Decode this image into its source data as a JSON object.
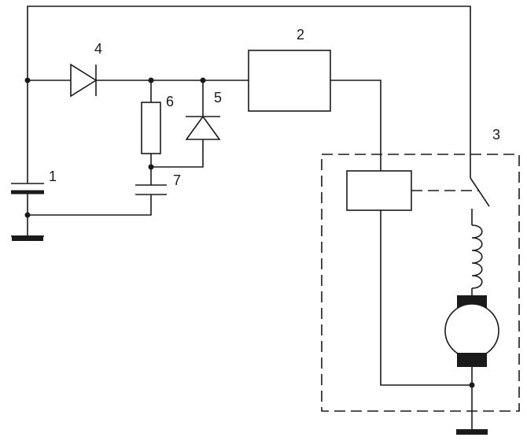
{
  "labels": {
    "battery": "1",
    "block": "2",
    "starter_unit": "3",
    "diode": "4",
    "zener_diode": "5",
    "resistor": "6",
    "capacitor": "7"
  }
}
